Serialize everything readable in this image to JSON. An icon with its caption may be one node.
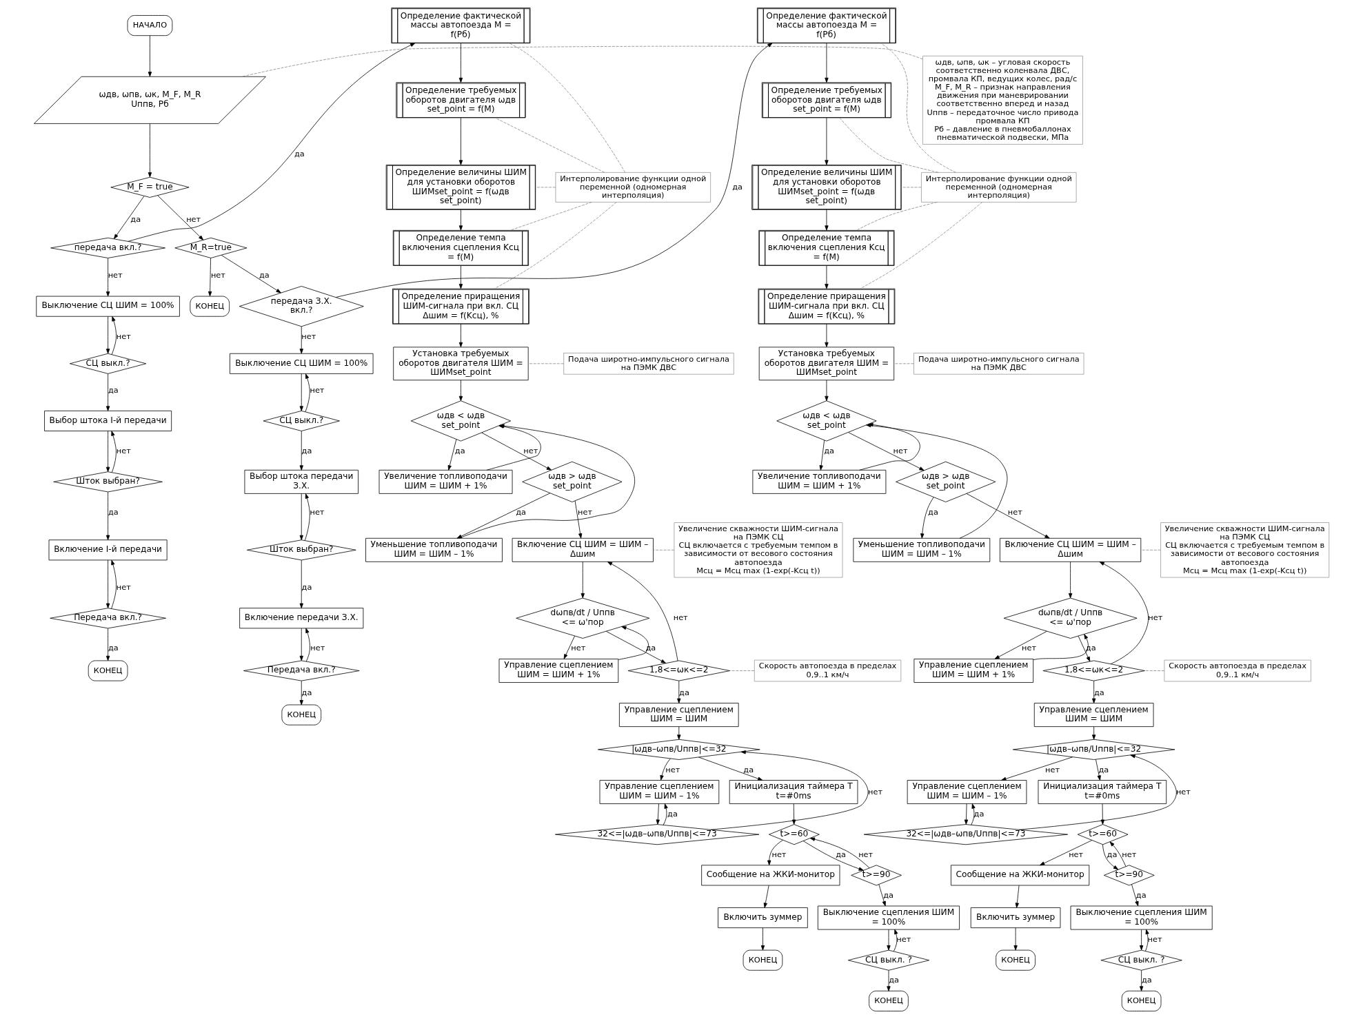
{
  "diagram": {
    "nodes": [
      {
        "text": [
          "НАЧАЛО"
        ]
      },
      {
        "text": [
          "ωдв, ωпв, ωк, M_F, M_R Uппв, Pб"
        ]
      },
      {
        "text": [
          "ωдв, ωпв, ωк – угловая скорость соответственно коленвала ДВС, промвала КП, ведущих колес, рад/с",
          "M_F, M_R – признак направления движения при маневрировании соответственно вперед и назад",
          "Uппв – передаточное число привода промвала КП",
          "Pб – давление в пневмобаллонах пневматической подвески, МПа"
        ]
      },
      {
        "text": [
          "M_F = true"
        ]
      },
      {
        "text": [
          "передача вкл.?"
        ]
      },
      {
        "text": [
          "Выключение СЦ ШИМ = 100%"
        ]
      },
      {
        "text": [
          "СЦ выкл.?"
        ]
      },
      {
        "text": [
          "Выбор штока I-й передачи"
        ]
      },
      {
        "text": [
          "Шток выбран?"
        ]
      },
      {
        "text": [
          "Включение I-й передачи"
        ]
      },
      {
        "text": [
          "Передача вкл.?"
        ]
      },
      {
        "text": [
          "КОНЕЦ"
        ]
      },
      {
        "text": [
          "Определение фактической массы автопоезда M = f(Pб)"
        ]
      },
      {
        "text": [
          "Определение требуемых оборотов двигателя ωдв set_point = f(M)"
        ]
      },
      {
        "text": [
          "Определение величины ШИМ для установки оборотов ШИМset_point = f(ωдв set_point)"
        ]
      },
      {
        "text": [
          "Определение темпа включения сцепления Kсц = f(M)"
        ]
      },
      {
        "text": [
          "Определение приращения ШИМ-сигнала при вкл. СЦ Δшим = f(Kсц), %"
        ]
      },
      {
        "text": [
          "Интерполирование функции одной переменной (одномерная интерполяция)"
        ]
      },
      {
        "text": [
          "Установка требуемых оборотов двигателя ШИМ = ШИМset_point"
        ]
      },
      {
        "text": [
          "Подача широтно-импульсного сигнала на ПЭМК ДВС"
        ]
      },
      {
        "text": [
          "ωдв < ωдв set_point"
        ]
      },
      {
        "text": [
          "Увеличение топливоподачи ШИМ = ШИМ + 1%"
        ]
      },
      {
        "text": [
          "ωдв > ωдв set_point"
        ]
      },
      {
        "text": [
          "Уменьшение топливоподачи ШИМ = ШИМ – 1%"
        ]
      },
      {
        "text": [
          "Включение СЦ ШИМ = ШИМ – Δшим"
        ]
      },
      {
        "text": [
          "Увеличение скважности ШИМ-сигнала на ПЭМК СЦ",
          "СЦ включается с требуемым темпом в зависимости от весового состояния автопоезда",
          "Mсц = Mсц max (1-exp(-Kсц t))"
        ]
      },
      {
        "text": [
          "dωпв/dt / Uппв <= ω'пор"
        ]
      },
      {
        "text": [
          "Управление сцеплением ШИМ = ШИМ + 1%"
        ]
      },
      {
        "text": [
          "1,8<=ωк<=2"
        ]
      },
      {
        "text": [
          "Скорость автопоезда в пределах 0,9..1 км/ч"
        ]
      },
      {
        "text": [
          "Управление сцеплением ШИМ = ШИМ"
        ]
      },
      {
        "text": [
          "|ωдв–ωпв/Uппв|<=32"
        ]
      },
      {
        "text": [
          "Управление сцеплением ШИМ = ШИМ – 1%"
        ]
      },
      {
        "text": [
          "32<=|ωдв–ωпв/Uппв|<=73"
        ]
      },
      {
        "text": [
          "Инициализация таймера T t=#0ms"
        ]
      },
      {
        "text": [
          "t>=60"
        ]
      },
      {
        "text": [
          "Сообщение на ЖКИ-монитор"
        ]
      },
      {
        "text": [
          "Включить зуммер"
        ]
      },
      {
        "text": [
          "КОНЕЦ"
        ]
      },
      {
        "text": [
          "t>=90"
        ]
      },
      {
        "text": [
          "Выключение сцепления ШИМ = 100%"
        ]
      },
      {
        "text": [
          "СЦ выкл. ?"
        ]
      },
      {
        "text": [
          "КОНЕЦ"
        ]
      },
      {
        "text": [
          "M_R=true"
        ]
      },
      {
        "text": [
          "КОНЕЦ"
        ]
      },
      {
        "text": [
          "передача З.Х. вкл.?"
        ]
      },
      {
        "text": [
          "Выключение СЦ ШИМ = 100%"
        ]
      },
      {
        "text": [
          "СЦ выкл.?"
        ]
      },
      {
        "text": [
          "Выбор штока передачи З.Х."
        ]
      },
      {
        "text": [
          "Шток выбран?"
        ]
      },
      {
        "text": [
          "Включение передачи З.Х."
        ]
      },
      {
        "text": [
          "Передача вкл.?"
        ]
      },
      {
        "text": [
          "КОНЕЦ"
        ]
      },
      {
        "text": [
          "Определение фактической массы автопоезда M = f(Pб)"
        ]
      },
      {
        "text": [
          "Определение требуемых оборотов двигателя ωдв set_point = f(M)"
        ]
      },
      {
        "text": [
          "Определение величины ШИМ для установки оборотов ШИМset_point = f(ωдв set_point)"
        ]
      },
      {
        "text": [
          "Определение темпа включения сцепления Kсц = f(M)"
        ]
      },
      {
        "text": [
          "Определение приращения ШИМ-сигнала при вкл. СЦ Δшим = f(Kсц), %"
        ]
      },
      {
        "text": [
          "Интерполирование функции одной переменной (одномерная интерполяция)"
        ]
      },
      {
        "text": [
          "Установка требуемых оборотов двигателя ШИМ = ШИМset_point"
        ]
      },
      {
        "text": [
          "Подача широтно-импульсного сигнала на ПЭМК ДВС"
        ]
      },
      {
        "text": [
          "ωдв < ωдв set_point"
        ]
      },
      {
        "text": [
          "Увеличение топливоподачи ШИМ = ШИМ + 1%"
        ]
      },
      {
        "text": [
          "ωдв > ωдв set_point"
        ]
      },
      {
        "text": [
          "Уменьшение топливоподачи ШИМ = ШИМ – 1%"
        ]
      },
      {
        "text": [
          "Включение СЦ ШИМ = ШИМ – Δшим"
        ]
      },
      {
        "text": [
          "Увеличение скважности ШИМ-сигнала на ПЭМК СЦ",
          "СЦ включается с требуемым темпом в зависимости от весового состояния автопоезда",
          "Mсц = Mсц max (1-exp(-Kсц t))"
        ]
      },
      {
        "text": [
          "dωпв/dt / Uппв <= ω'пор"
        ]
      },
      {
        "text": [
          "Управление сцеплением ШИМ = ШИМ + 1%"
        ]
      },
      {
        "text": [
          "1,8<=ωк<=2"
        ]
      },
      {
        "text": [
          "Скорость автопоезда в пределах 0,9..1 км/ч"
        ]
      },
      {
        "text": [
          "Управление сцеплением ШИМ = ШИМ"
        ]
      },
      {
        "text": [
          "|ωдв–ωпв/Uппв|<=32"
        ]
      },
      {
        "text": [
          "Управление сцеплением ШИМ = ШИМ – 1%"
        ]
      },
      {
        "text": [
          "32<=|ωдв–ωпв/Uппв|<=73"
        ]
      },
      {
        "text": [
          "Инициализация таймера T t=#0ms"
        ]
      },
      {
        "text": [
          "t>=60"
        ]
      },
      {
        "text": [
          "Сообщение на ЖКИ-монитор"
        ]
      },
      {
        "text": [
          "Включить зуммер"
        ]
      },
      {
        "text": [
          "КОНЕЦ"
        ]
      },
      {
        "text": [
          "t>=90"
        ]
      },
      {
        "text": [
          "Выключение сцепления ШИМ = 100%"
        ]
      },
      {
        "text": [
          "СЦ выкл. ?"
        ]
      },
      {
        "text": [
          "КОНЕЦ"
        ]
      }
    ],
    "edges": [
      {
        "from": 0,
        "to": 1,
        "arrow": "to"
      },
      {
        "from": 1,
        "to": 3,
        "arrow": "to"
      },
      {
        "from": 2,
        "to": 1,
        "arrow": "none",
        "style": "dashed",
        "color": "#888888"
      },
      {
        "from": 3,
        "to": 4,
        "arrow": "to",
        "label": "да"
      },
      {
        "from": 3,
        "to": 43,
        "arrow": "to",
        "label": "нет"
      },
      {
        "from": 4,
        "to": 12,
        "arrow": "to",
        "label": "да"
      },
      {
        "from": 4,
        "to": 5,
        "arrow": "to",
        "label": "нет"
      },
      {
        "from": 5,
        "to": 6,
        "arrow": "to"
      },
      {
        "from": 6,
        "to": 5,
        "arrow": "to",
        "label": "нет"
      },
      {
        "from": 6,
        "to": 7,
        "arrow": "to",
        "label": "да"
      },
      {
        "from": 7,
        "to": 8,
        "arrow": "to"
      },
      {
        "from": 8,
        "to": 7,
        "arrow": "to",
        "label": "нет"
      },
      {
        "from": 8,
        "to": 9,
        "arrow": "to",
        "label": "да"
      },
      {
        "from": 9,
        "to": 10,
        "arrow": "to"
      },
      {
        "from": 10,
        "to": 9,
        "arrow": "to",
        "label": "нет"
      },
      {
        "from": 10,
        "to": 11,
        "arrow": "to",
        "label": "да"
      },
      {
        "from": 12,
        "to": 13,
        "arrow": "to"
      },
      {
        "from": 13,
        "to": 14,
        "arrow": "to"
      },
      {
        "from": 14,
        "to": 15,
        "arrow": "to"
      },
      {
        "from": 15,
        "to": 16,
        "arrow": "to"
      },
      {
        "from": 16,
        "to": 18,
        "arrow": "to"
      },
      {
        "from": 17,
        "to": 12,
        "arrow": "none",
        "style": "dashed",
        "color": "#888888"
      },
      {
        "from": 17,
        "to": 13,
        "arrow": "none",
        "style": "dashed",
        "color": "#888888"
      },
      {
        "from": 17,
        "to": 14,
        "arrow": "none",
        "style": "dashed",
        "color": "#888888"
      },
      {
        "from": 17,
        "to": 15,
        "arrow": "none",
        "style": "dashed",
        "color": "#888888"
      },
      {
        "from": 17,
        "to": 16,
        "arrow": "none",
        "style": "dashed",
        "color": "#888888"
      },
      {
        "from": 19,
        "to": 18,
        "arrow": "none",
        "style": "dashed",
        "color": "#888888"
      },
      {
        "from": 18,
        "to": 20,
        "arrow": "to"
      },
      {
        "from": 20,
        "to": 21,
        "arrow": "to",
        "label": "да"
      },
      {
        "from": 21,
        "to": 20,
        "arrow": "to"
      },
      {
        "from": 20,
        "to": 22,
        "arrow": "to",
        "label": "нет"
      },
      {
        "from": 22,
        "to": 23,
        "arrow": "to",
        "label": "да"
      },
      {
        "from": 23,
        "to": 20,
        "arrow": "to"
      },
      {
        "from": 22,
        "to": 24,
        "arrow": "to",
        "label": "нет"
      },
      {
        "from": 25,
        "to": 24,
        "arrow": "none",
        "style": "dashed",
        "color": "#888888"
      },
      {
        "from": 24,
        "to": 26,
        "arrow": "to"
      },
      {
        "from": 26,
        "to": 28,
        "arrow": "to",
        "label": "да"
      },
      {
        "from": 26,
        "to": 27,
        "arrow": "to",
        "label": "нет"
      },
      {
        "from": 27,
        "to": 26,
        "arrow": "to"
      },
      {
        "from": 28,
        "to": 30,
        "arrow": "to",
        "label": "да"
      },
      {
        "from": 28,
        "to": 24,
        "arrow": "to",
        "label": "нет"
      },
      {
        "from": 29,
        "to": 28,
        "arrow": "none",
        "style": "dashed",
        "color": "#888888"
      },
      {
        "from": 30,
        "to": 31,
        "arrow": "to"
      },
      {
        "from": 31,
        "to": 34,
        "arrow": "to",
        "label": "да"
      },
      {
        "from": 31,
        "to": 32,
        "arrow": "to",
        "label": "нет"
      },
      {
        "from": 32,
        "to": 33,
        "arrow": "to"
      },
      {
        "from": 33,
        "to": 32,
        "arrow": "to",
        "label": "да"
      },
      {
        "from": 33,
        "to": 31,
        "arrow": "to",
        "label": "нет"
      },
      {
        "from": 34,
        "to": 35,
        "arrow": "to"
      },
      {
        "from": 35,
        "to": 39,
        "arrow": "to",
        "label": "да"
      },
      {
        "from": 35,
        "to": 36,
        "arrow": "to",
        "label": "нет"
      },
      {
        "from": 36,
        "to": 37,
        "arrow": "to"
      },
      {
        "from": 37,
        "to": 38,
        "arrow": "to"
      },
      {
        "from": 39,
        "to": 35,
        "arrow": "to",
        "label": "нет"
      },
      {
        "from": 39,
        "to": 40,
        "arrow": "to",
        "label": "да"
      },
      {
        "from": 40,
        "to": 41,
        "arrow": "to"
      },
      {
        "from": 41,
        "to": 40,
        "arrow": "to",
        "label": "нет"
      },
      {
        "from": 41,
        "to": 42,
        "arrow": "to",
        "label": "да"
      },
      {
        "from": 43,
        "to": 45,
        "arrow": "to",
        "label": "да"
      },
      {
        "from": 43,
        "to": 44,
        "arrow": "to",
        "label": "нет"
      },
      {
        "from": 45,
        "to": 53,
        "arrow": "to",
        "label": "да"
      },
      {
        "from": 45,
        "to": 46,
        "arrow": "to",
        "label": "нет"
      },
      {
        "from": 46,
        "to": 47,
        "arrow": "to"
      },
      {
        "from": 47,
        "to": 46,
        "arrow": "to",
        "label": "нет"
      },
      {
        "from": 47,
        "to": 48,
        "arrow": "to",
        "label": "да"
      },
      {
        "from": 48,
        "to": 49,
        "arrow": "to"
      },
      {
        "from": 49,
        "to": 48,
        "arrow": "to",
        "label": "нет"
      },
      {
        "from": 49,
        "to": 50,
        "arrow": "to",
        "label": "да"
      },
      {
        "from": 50,
        "to": 51,
        "arrow": "to"
      },
      {
        "from": 51,
        "to": 50,
        "arrow": "to",
        "label": "нет"
      },
      {
        "from": 51,
        "to": 52,
        "arrow": "to",
        "label": "да"
      },
      {
        "from": 53,
        "to": 54,
        "arrow": "to"
      },
      {
        "from": 54,
        "to": 55,
        "arrow": "to"
      },
      {
        "from": 55,
        "to": 56,
        "arrow": "to"
      },
      {
        "from": 56,
        "to": 57,
        "arrow": "to"
      },
      {
        "from": 57,
        "to": 59,
        "arrow": "to"
      },
      {
        "from": 58,
        "to": 53,
        "arrow": "none",
        "style": "dashed",
        "color": "#888888"
      },
      {
        "from": 58,
        "to": 54,
        "arrow": "none",
        "style": "dashed",
        "color": "#888888"
      },
      {
        "from": 58,
        "to": 55,
        "arrow": "none",
        "style": "dashed",
        "color": "#888888"
      },
      {
        "from": 58,
        "to": 56,
        "arrow": "none",
        "style": "dashed",
        "color": "#888888"
      },
      {
        "from": 58,
        "to": 57,
        "arrow": "none",
        "style": "dashed",
        "color": "#888888"
      },
      {
        "from": 60,
        "to": 59,
        "arrow": "none",
        "style": "dashed",
        "color": "#888888"
      },
      {
        "from": 59,
        "to": 61,
        "arrow": "to"
      },
      {
        "from": 61,
        "to": 62,
        "arrow": "to",
        "label": "да"
      },
      {
        "from": 62,
        "to": 61,
        "arrow": "to"
      },
      {
        "from": 61,
        "to": 63,
        "arrow": "to",
        "label": "нет"
      },
      {
        "from": 63,
        "to": 64,
        "arrow": "to",
        "label": "да"
      },
      {
        "from": 64,
        "to": 61,
        "arrow": "to"
      },
      {
        "from": 63,
        "to": 65,
        "arrow": "to",
        "label": "нет"
      },
      {
        "from": 66,
        "to": 65,
        "arrow": "none",
        "style": "dashed",
        "color": "#888888"
      },
      {
        "from": 65,
        "to": 67,
        "arrow": "to"
      },
      {
        "from": 67,
        "to": 69,
        "arrow": "to",
        "label": "да"
      },
      {
        "from": 67,
        "to": 68,
        "arrow": "to",
        "label": "нет"
      },
      {
        "from": 68,
        "to": 67,
        "arrow": "to"
      },
      {
        "from": 69,
        "to": 71,
        "arrow": "to",
        "label": "да"
      },
      {
        "from": 69,
        "to": 65,
        "arrow": "to",
        "label": "нет"
      },
      {
        "from": 70,
        "to": 69,
        "arrow": "none",
        "style": "dashed",
        "color": "#888888"
      },
      {
        "from": 71,
        "to": 72,
        "arrow": "to"
      },
      {
        "from": 72,
        "to": 75,
        "arrow": "to",
        "label": "да"
      },
      {
        "from": 72,
        "to": 73,
        "arrow": "to",
        "label": "нет"
      },
      {
        "from": 73,
        "to": 74,
        "arrow": "to"
      },
      {
        "from": 74,
        "to": 73,
        "arrow": "to",
        "label": "да"
      },
      {
        "from": 74,
        "to": 72,
        "arrow": "to",
        "label": "нет"
      },
      {
        "from": 75,
        "to": 76,
        "arrow": "to"
      },
      {
        "from": 76,
        "to": 80,
        "arrow": "to",
        "label": "да"
      },
      {
        "from": 76,
        "to": 77,
        "arrow": "to",
        "label": "нет"
      },
      {
        "from": 77,
        "to": 78,
        "arrow": "to"
      },
      {
        "from": 78,
        "to": 79,
        "arrow": "to"
      },
      {
        "from": 80,
        "to": 76,
        "arrow": "to",
        "label": "нет"
      },
      {
        "from": 80,
        "to": 81,
        "arrow": "to",
        "label": "да"
      },
      {
        "from": 81,
        "to": 82,
        "arrow": "to"
      },
      {
        "from": 82,
        "to": 81,
        "arrow": "to",
        "label": "нет"
      },
      {
        "from": 82,
        "to": 83,
        "arrow": "to",
        "label": "да"
      }
    ]
  }
}
